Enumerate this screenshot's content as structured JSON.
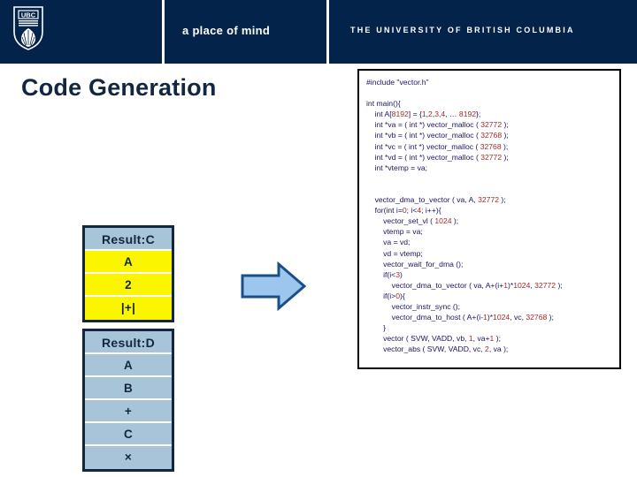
{
  "header": {
    "logo_text": "UBC",
    "logo_name": "ubc-crest-logo",
    "tagline": "a place of mind",
    "university": "THE UNIVERSITY OF BRITISH COLUMBIA",
    "bg_color": "#04234a"
  },
  "slide": {
    "title": "Code Generation"
  },
  "code_panel": {
    "border_color": "#000000",
    "text_color": "#1b1464",
    "number_color": "#9e2b25",
    "lines": [
      {
        "indent": 0,
        "tokens": [
          {
            "t": "#include \"vector.h\"",
            "k": "text"
          }
        ]
      },
      {
        "indent": 0,
        "tokens": []
      },
      {
        "indent": 0,
        "tokens": [
          {
            "t": "int main(){",
            "k": "text"
          }
        ]
      },
      {
        "indent": 1,
        "tokens": [
          {
            "t": "int A[",
            "k": "text"
          },
          {
            "t": "8192",
            "k": "num"
          },
          {
            "t": "] = {",
            "k": "text"
          },
          {
            "t": "1",
            "k": "num"
          },
          {
            "t": ",",
            "k": "text"
          },
          {
            "t": "2",
            "k": "num"
          },
          {
            "t": ",",
            "k": "text"
          },
          {
            "t": "3",
            "k": "num"
          },
          {
            "t": ",",
            "k": "text"
          },
          {
            "t": "4",
            "k": "num"
          },
          {
            "t": ", … ",
            "k": "text"
          },
          {
            "t": "8192",
            "k": "num"
          },
          {
            "t": "};",
            "k": "text"
          }
        ]
      },
      {
        "indent": 1,
        "tokens": [
          {
            "t": "int *va = ( int *) vector_malloc ( ",
            "k": "text"
          },
          {
            "t": "32772",
            "k": "num"
          },
          {
            "t": " );",
            "k": "text"
          }
        ]
      },
      {
        "indent": 1,
        "tokens": [
          {
            "t": "int *vb = ( int *) vector_malloc ( ",
            "k": "text"
          },
          {
            "t": "32768",
            "k": "num"
          },
          {
            "t": " );",
            "k": "text"
          }
        ]
      },
      {
        "indent": 1,
        "tokens": [
          {
            "t": "int *vc = ( int *) vector_malloc ( ",
            "k": "text"
          },
          {
            "t": "32768",
            "k": "num"
          },
          {
            "t": " );",
            "k": "text"
          }
        ]
      },
      {
        "indent": 1,
        "tokens": [
          {
            "t": "int *vd = ( int *) vector_malloc ( ",
            "k": "text"
          },
          {
            "t": "32772",
            "k": "num"
          },
          {
            "t": " );",
            "k": "text"
          }
        ]
      },
      {
        "indent": 1,
        "tokens": [
          {
            "t": "int *vtemp = va;",
            "k": "text"
          }
        ]
      },
      {
        "indent": 0,
        "tokens": []
      },
      {
        "indent": 0,
        "tokens": []
      },
      {
        "indent": 1,
        "tokens": [
          {
            "t": "vector_dma_to_vector ( va, A, ",
            "k": "text"
          },
          {
            "t": "32772",
            "k": "num"
          },
          {
            "t": " );",
            "k": "text"
          }
        ]
      },
      {
        "indent": 1,
        "tokens": [
          {
            "t": "for(int i=",
            "k": "text"
          },
          {
            "t": "0",
            "k": "num"
          },
          {
            "t": "; i<",
            "k": "text"
          },
          {
            "t": "4",
            "k": "num"
          },
          {
            "t": "; i++){",
            "k": "text"
          }
        ]
      },
      {
        "indent": 2,
        "tokens": [
          {
            "t": "vector_set_vl ( ",
            "k": "text"
          },
          {
            "t": "1024",
            "k": "num"
          },
          {
            "t": " );",
            "k": "text"
          }
        ]
      },
      {
        "indent": 2,
        "tokens": [
          {
            "t": "vtemp = va;",
            "k": "text"
          }
        ]
      },
      {
        "indent": 2,
        "tokens": [
          {
            "t": "va = vd;",
            "k": "text"
          }
        ]
      },
      {
        "indent": 2,
        "tokens": [
          {
            "t": "vd = vtemp;",
            "k": "text"
          }
        ]
      },
      {
        "indent": 2,
        "tokens": [
          {
            "t": "vector_wait_for_dma ();",
            "k": "text"
          }
        ]
      },
      {
        "indent": 2,
        "tokens": [
          {
            "t": "if(i<",
            "k": "text"
          },
          {
            "t": "3",
            "k": "num"
          },
          {
            "t": ")",
            "k": "text"
          }
        ]
      },
      {
        "indent": 3,
        "tokens": [
          {
            "t": "vector_dma_to_vector ( va, A+(i+",
            "k": "text"
          },
          {
            "t": "1",
            "k": "num"
          },
          {
            "t": ")*",
            "k": "text"
          },
          {
            "t": "1024",
            "k": "num"
          },
          {
            "t": ", ",
            "k": "text"
          },
          {
            "t": "32772",
            "k": "num"
          },
          {
            "t": " );",
            "k": "text"
          }
        ]
      },
      {
        "indent": 2,
        "tokens": [
          {
            "t": "if(i>",
            "k": "text"
          },
          {
            "t": "0",
            "k": "num"
          },
          {
            "t": "){",
            "k": "text"
          }
        ]
      },
      {
        "indent": 3,
        "tokens": [
          {
            "t": "vector_instr_sync ();",
            "k": "text"
          }
        ]
      },
      {
        "indent": 3,
        "tokens": [
          {
            "t": "vector_dma_to_host ( A+(i-",
            "k": "text"
          },
          {
            "t": "1",
            "k": "num"
          },
          {
            "t": ")*",
            "k": "text"
          },
          {
            "t": "1024",
            "k": "num"
          },
          {
            "t": ", vc, ",
            "k": "text"
          },
          {
            "t": "32768",
            "k": "num"
          },
          {
            "t": " );",
            "k": "text"
          }
        ]
      },
      {
        "indent": 2,
        "tokens": [
          {
            "t": "}",
            "k": "text"
          }
        ]
      },
      {
        "indent": 2,
        "tokens": [
          {
            "t": "vector ( SVW, VADD, vb, ",
            "k": "text"
          },
          {
            "t": "1",
            "k": "num"
          },
          {
            "t": ", va+",
            "k": "text"
          },
          {
            "t": "1",
            "k": "num"
          },
          {
            "t": " );",
            "k": "text"
          }
        ]
      },
      {
        "indent": 2,
        "tokens": [
          {
            "t": "vector_abs ( SVW, VADD, vc, ",
            "k": "text"
          },
          {
            "t": "2",
            "k": "num"
          },
          {
            "t": ", va );",
            "k": "text"
          }
        ]
      }
    ]
  },
  "tables": [
    {
      "name": "result-c",
      "header": "Result:C",
      "header_bg": "#a8c4d8",
      "row_bg": "#fcf500",
      "rows": [
        "A",
        "2",
        "|+|"
      ]
    },
    {
      "name": "result-d",
      "header": "Result:D",
      "header_bg": "#a8c4d8",
      "row_bg": "#a8c4d8",
      "rows": [
        "A",
        "B",
        "+",
        "C",
        "×"
      ]
    }
  ],
  "arrow": {
    "direction": "right",
    "fill": "#9dc6ef",
    "stroke": "#1b4f87"
  }
}
